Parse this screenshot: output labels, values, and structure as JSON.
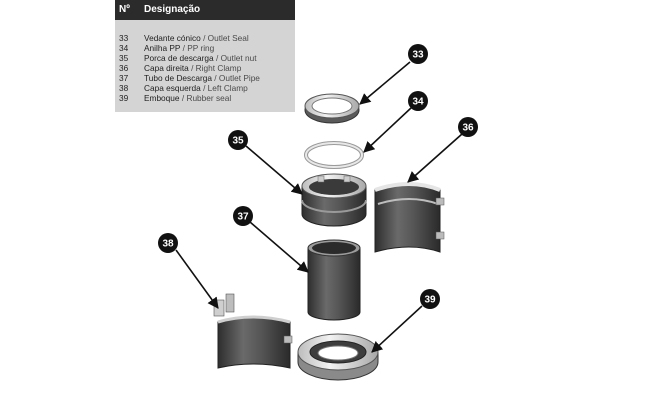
{
  "legend": {
    "header_no": "Nº",
    "header_designation": "Designação",
    "rows": [
      {
        "no": "33",
        "pt": "Vedante cónico",
        "en": "/ Outlet Seal"
      },
      {
        "no": "34",
        "pt": "Anilha PP",
        "en": "/ PP ring"
      },
      {
        "no": "35",
        "pt": "Porca de descarga",
        "en": "/ Outlet nut"
      },
      {
        "no": "36",
        "pt": "Capa direita",
        "en": "/ Right Clamp"
      },
      {
        "no": "37",
        "pt": "Tubo de Descarga",
        "en": "/ Outlet Pipe"
      },
      {
        "no": "38",
        "pt": "Capa esquerda",
        "en": "/ Left Clamp"
      },
      {
        "no": "39",
        "pt": "Emboque",
        "en": "/ Rubber seal"
      }
    ]
  },
  "callouts": {
    "c33": "33",
    "c34": "34",
    "c35": "35",
    "c36": "36",
    "c37": "37",
    "c38": "38",
    "c39": "39"
  },
  "colors": {
    "legend_header_bg": "#2b2b2b",
    "legend_bg": "#d4d4d4",
    "callout_bg": "#111111",
    "part_dark": "#4a4a4a",
    "part_light": "#e6e6e6"
  }
}
